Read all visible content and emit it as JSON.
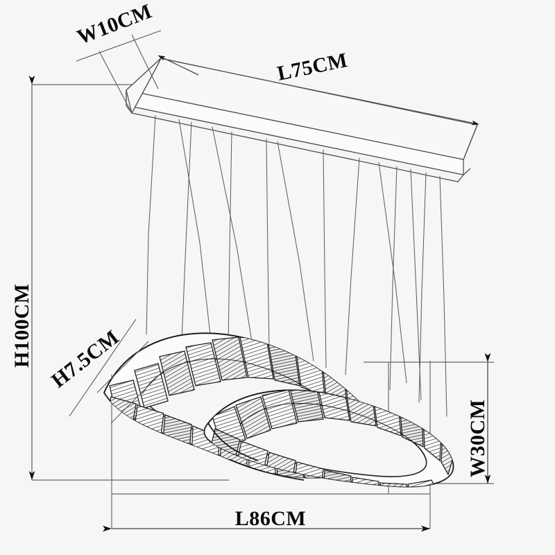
{
  "drawing": {
    "title": "Crystal Pendant Chandelier Dimension Drawing",
    "product": "interlocking-double-ring-crystal-pendant-lamp",
    "background_color": "#f6f6f5",
    "line_color": "#555555",
    "fixture_line_color": "#2b2b2b",
    "text_color": "#0a0a0a",
    "unit": "CM"
  },
  "dimensions": {
    "plate_width": {
      "label": "W10CM",
      "value": 10,
      "unit": "CM",
      "axis": "width",
      "applies_to": "ceiling-mounting-plate",
      "rotation_deg": -22
    },
    "plate_length": {
      "label": "L75CM",
      "value": 75,
      "unit": "CM",
      "axis": "length",
      "applies_to": "ceiling-mounting-plate",
      "rotation_deg": -11
    },
    "total_height": {
      "label": "H100CM",
      "value": 100,
      "unit": "CM",
      "axis": "height",
      "applies_to": "overall-drop",
      "rotation_deg": -90
    },
    "ring_height": {
      "label": "H7.5CM",
      "value": 7.5,
      "unit": "CM",
      "axis": "height",
      "applies_to": "crystal-ring-thickness",
      "rotation_deg": -38
    },
    "fixture_width": {
      "label": "W30CM",
      "value": 30,
      "unit": "CM",
      "axis": "width",
      "applies_to": "fixture-body",
      "rotation_deg": -90
    },
    "fixture_length": {
      "label": "L86CM",
      "value": 86,
      "unit": "CM",
      "axis": "length",
      "applies_to": "fixture-body",
      "rotation_deg": 0
    }
  },
  "components": {
    "ceiling_plate": "rectangular-canopy-plate",
    "cables": "suspension-cables",
    "cable_count": 14,
    "rings": [
      "upper-crystal-ring",
      "lower-crystal-ring"
    ],
    "crystal_segment_style": "hatched-rectangular-crystals"
  }
}
